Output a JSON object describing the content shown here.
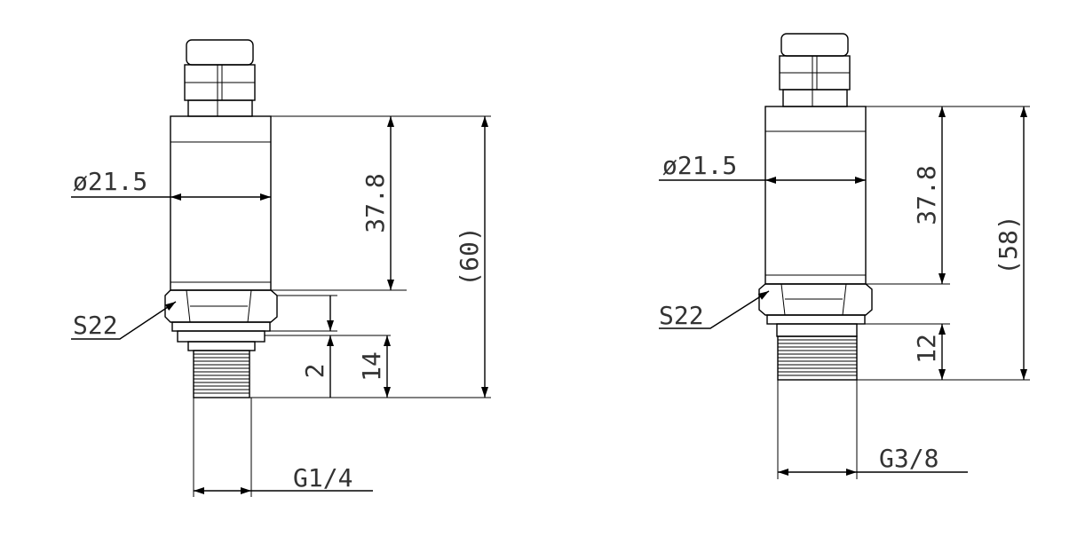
{
  "colors": {
    "line": "#000000",
    "text": "#333333",
    "background": "#ffffff"
  },
  "left": {
    "diameter": "ø21.5",
    "length": "37.8",
    "total": "(60)",
    "wrench": "S22",
    "thread": "G1/4",
    "dim_a": "2",
    "dim_b": "14"
  },
  "right": {
    "diameter": "ø21.5",
    "length": "37.8",
    "total": "(58)",
    "wrench": "S22",
    "thread": "G3/8",
    "dim_b": "12"
  }
}
